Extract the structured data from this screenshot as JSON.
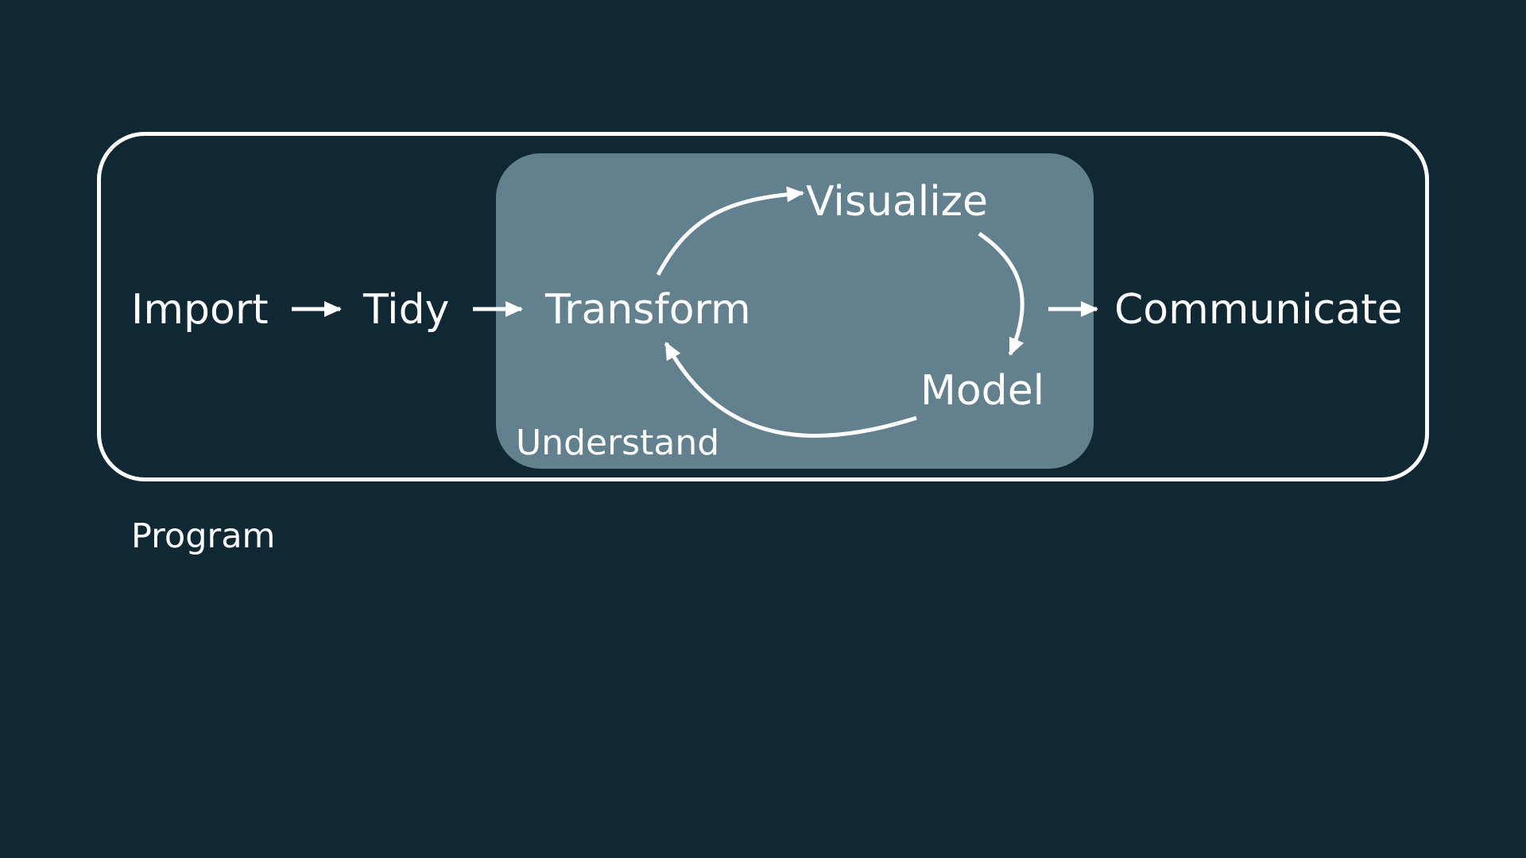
{
  "colors": {
    "background": "#0f2833",
    "understand_fill": "#62808d",
    "stroke": "#ffffff",
    "text": "#ffffff"
  },
  "nodes": {
    "import": "Import",
    "tidy": "Tidy",
    "transform": "Transform",
    "visualize": "Visualize",
    "model": "Model",
    "communicate": "Communicate"
  },
  "groups": {
    "understand": "Understand",
    "program": "Program"
  },
  "edges": [
    {
      "from": "Import",
      "to": "Tidy"
    },
    {
      "from": "Tidy",
      "to": "Transform"
    },
    {
      "from": "Transform",
      "to": "Visualize"
    },
    {
      "from": "Visualize",
      "to": "Model"
    },
    {
      "from": "Model",
      "to": "Transform"
    },
    {
      "from": "Understand",
      "to": "Communicate"
    }
  ]
}
